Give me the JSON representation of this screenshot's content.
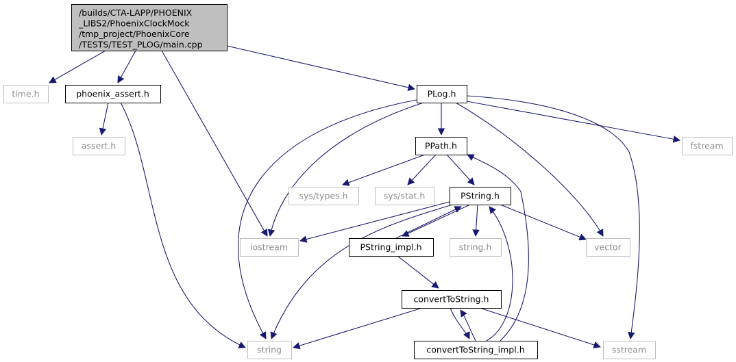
{
  "nodes": [
    {
      "id": "main",
      "label_lines": [
        "/builds/CTA-LAPP/PHOENIX",
        "_LIBS2/PhoenixClockMock",
        "/tmp_project/PhoenixCore",
        "/TESTS/TEST_PLOG/main.cpp"
      ],
      "kind": "root"
    },
    {
      "id": "time_h",
      "label_lines": [
        "time.h"
      ],
      "kind": "external"
    },
    {
      "id": "phoenix_assert_h",
      "label_lines": [
        "phoenix_assert.h"
      ],
      "kind": "internal"
    },
    {
      "id": "plog_h",
      "label_lines": [
        "PLog.h"
      ],
      "kind": "internal"
    },
    {
      "id": "assert_h",
      "label_lines": [
        "assert.h"
      ],
      "kind": "external"
    },
    {
      "id": "ppath_h",
      "label_lines": [
        "PPath.h"
      ],
      "kind": "internal"
    },
    {
      "id": "fstream",
      "label_lines": [
        "fstream"
      ],
      "kind": "external"
    },
    {
      "id": "sys_types_h",
      "label_lines": [
        "sys/types.h"
      ],
      "kind": "external"
    },
    {
      "id": "sys_stat_h",
      "label_lines": [
        "sys/stat.h"
      ],
      "kind": "external"
    },
    {
      "id": "pstring_h",
      "label_lines": [
        "PString.h"
      ],
      "kind": "internal"
    },
    {
      "id": "iostream",
      "label_lines": [
        "iostream"
      ],
      "kind": "external"
    },
    {
      "id": "pstring_impl_h",
      "label_lines": [
        "PString_impl.h"
      ],
      "kind": "internal"
    },
    {
      "id": "string_h",
      "label_lines": [
        "string.h"
      ],
      "kind": "external"
    },
    {
      "id": "vector",
      "label_lines": [
        "vector"
      ],
      "kind": "external"
    },
    {
      "id": "converttostring_h",
      "label_lines": [
        "convertToString.h"
      ],
      "kind": "internal"
    },
    {
      "id": "string",
      "label_lines": [
        "string"
      ],
      "kind": "external"
    },
    {
      "id": "converttostring_impl_h",
      "label_lines": [
        "convertToString_impl.h"
      ],
      "kind": "internal"
    },
    {
      "id": "sstream",
      "label_lines": [
        "sstream"
      ],
      "kind": "external"
    }
  ],
  "edges": [
    {
      "from": "main",
      "to": "time_h"
    },
    {
      "from": "main",
      "to": "phoenix_assert_h"
    },
    {
      "from": "main",
      "to": "iostream"
    },
    {
      "from": "main",
      "to": "plog_h"
    },
    {
      "from": "phoenix_assert_h",
      "to": "assert_h"
    },
    {
      "from": "phoenix_assert_h",
      "to": "string"
    },
    {
      "from": "plog_h",
      "to": "ppath_h"
    },
    {
      "from": "plog_h",
      "to": "fstream"
    },
    {
      "from": "plog_h",
      "to": "iostream"
    },
    {
      "from": "plog_h",
      "to": "string"
    },
    {
      "from": "plog_h",
      "to": "vector"
    },
    {
      "from": "plog_h",
      "to": "sstream"
    },
    {
      "from": "ppath_h",
      "to": "sys_types_h"
    },
    {
      "from": "ppath_h",
      "to": "sys_stat_h"
    },
    {
      "from": "ppath_h",
      "to": "pstring_h"
    },
    {
      "from": "pstring_h",
      "to": "iostream"
    },
    {
      "from": "pstring_h",
      "to": "string"
    },
    {
      "from": "pstring_h",
      "to": "pstring_impl_h"
    },
    {
      "from": "pstring_h",
      "to": "string_h"
    },
    {
      "from": "pstring_h",
      "to": "vector"
    },
    {
      "from": "pstring_impl_h",
      "to": "pstring_h"
    },
    {
      "from": "pstring_impl_h",
      "to": "converttostring_h"
    },
    {
      "from": "converttostring_h",
      "to": "string"
    },
    {
      "from": "converttostring_h",
      "to": "converttostring_impl_h"
    },
    {
      "from": "converttostring_h",
      "to": "sstream"
    },
    {
      "from": "converttostring_impl_h",
      "to": "converttostring_h"
    },
    {
      "from": "converttostring_impl_h",
      "to": "pstring_h"
    },
    {
      "from": "converttostring_impl_h",
      "to": "ppath_h"
    }
  ],
  "colors": {
    "edge": "#191970",
    "root_fill": "#bfbfbf",
    "root_border": "#000000",
    "internal_border": "#000000",
    "external_border": "#bfbfbf",
    "external_text": "#8c8c8c",
    "text": "#000000"
  }
}
